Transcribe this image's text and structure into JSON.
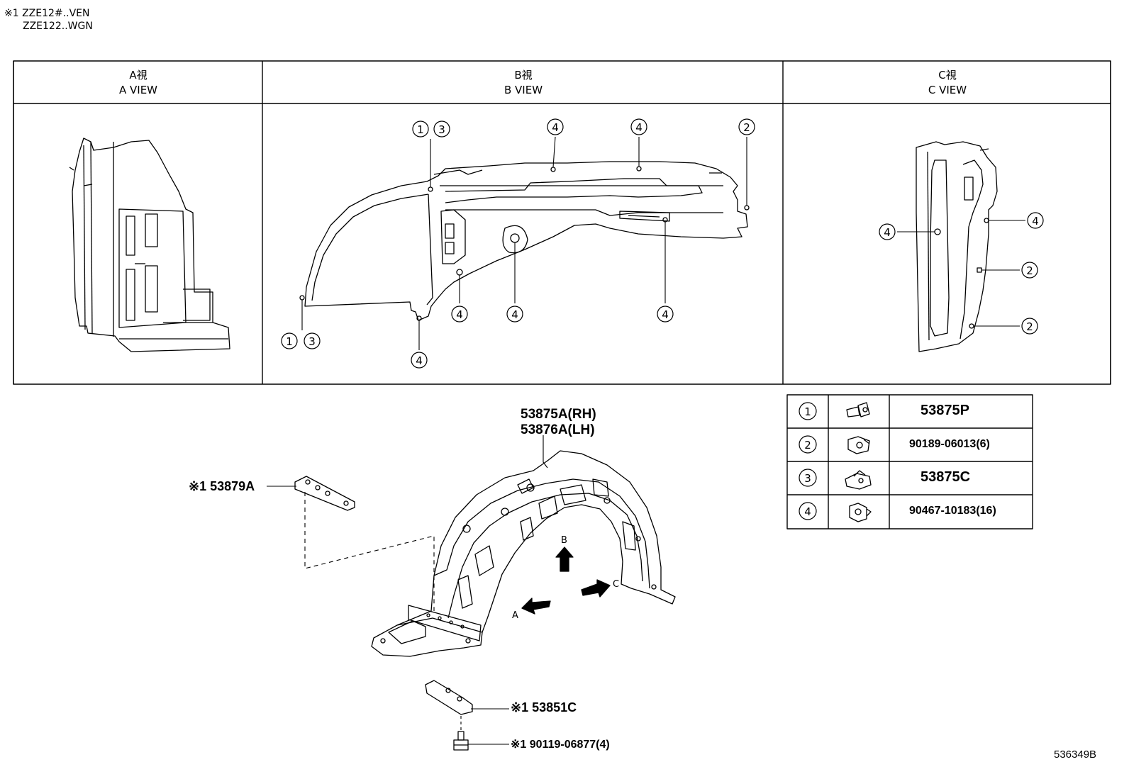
{
  "header_note": {
    "mark": "※1",
    "line1": "ZZE12#..VEN",
    "line2": "ZZE122..WGN"
  },
  "views": [
    {
      "jp": "A視",
      "en": "A VIEW"
    },
    {
      "jp": "B視",
      "en": "B VIEW"
    },
    {
      "jp": "C視",
      "en": "C VIEW"
    }
  ],
  "callout_numbers": [
    "1",
    "2",
    "3",
    "4"
  ],
  "legend": [
    {
      "no": "1",
      "part": "53875P",
      "icon": "bolt-icon"
    },
    {
      "no": "2",
      "part": "90189-06013(6)",
      "icon": "nut-icon"
    },
    {
      "no": "3",
      "part": "53875C",
      "icon": "clip-icon"
    },
    {
      "no": "4",
      "part": "90467-10183(16)",
      "icon": "push-clip-icon"
    }
  ],
  "parts": {
    "liner_rh": "53875A(RH)",
    "liner_lh": "53876A(LH)",
    "bracket_top": "※1 53879A",
    "bracket_bottom": "※1 53851C",
    "screw": "※1 90119-06877(4)"
  },
  "arrows": {
    "a": "A",
    "b": "B",
    "c": "C"
  },
  "diagram_id": "536349B"
}
